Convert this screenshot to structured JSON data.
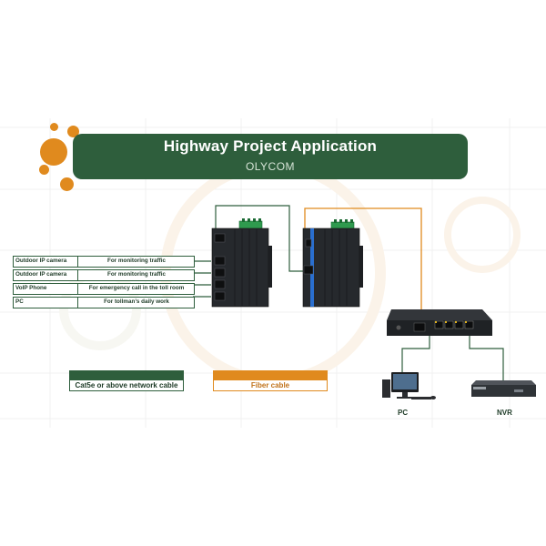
{
  "colors": {
    "green": "#2e5e3c",
    "orange": "#e08a1e",
    "dark_device": "#24272b"
  },
  "banner": {
    "title": "Highway Project Application",
    "subtitle": "OLYCOM"
  },
  "devices": [
    {
      "name": "Outdoor IP camera",
      "use": "For monitoring traffic"
    },
    {
      "name": "Outdoor IP camera",
      "use": "For monitoring traffic"
    },
    {
      "name": "VoIP Phone",
      "use": "For emergency call in the toll room"
    },
    {
      "name": "PC",
      "use": "For tollman’s daily work"
    }
  ],
  "legend": {
    "copper": "Cat5e or above network cable",
    "fiber": "Fiber cable"
  },
  "endpoints": {
    "pc": "PC",
    "nvr": "NVR"
  },
  "icons": [
    "industrial-switch-icon",
    "media-converter-icon",
    "poe-switch-icon",
    "pc-monitor-icon",
    "nvr-icon"
  ]
}
